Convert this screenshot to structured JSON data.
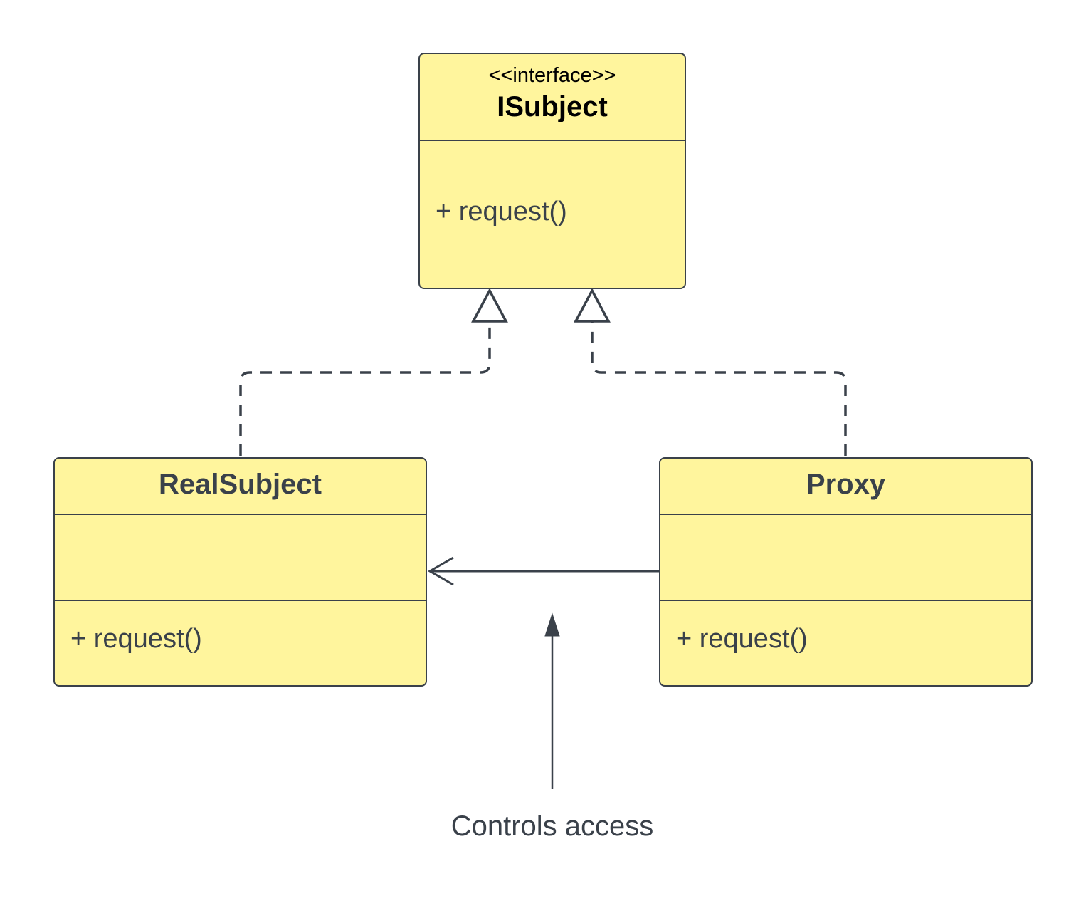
{
  "diagram": {
    "interface_class": {
      "stereotype": "<<interface>>",
      "name": "ISubject",
      "attributes": [],
      "methods": [
        "+ request()"
      ]
    },
    "real_subject_class": {
      "name": "RealSubject",
      "attributes": [],
      "methods": [
        "+ request()"
      ]
    },
    "proxy_class": {
      "name": "Proxy",
      "attributes": [],
      "methods": [
        "+ request()"
      ]
    },
    "relationships": [
      {
        "from": "RealSubject",
        "to": "ISubject",
        "type": "realization"
      },
      {
        "from": "Proxy",
        "to": "ISubject",
        "type": "realization"
      },
      {
        "from": "Proxy",
        "to": "RealSubject",
        "type": "association"
      }
    ],
    "annotation": {
      "text": "Controls access"
    }
  },
  "colors": {
    "class_fill": "#fff59d",
    "stroke": "#3a414a",
    "background": "#ffffff"
  }
}
